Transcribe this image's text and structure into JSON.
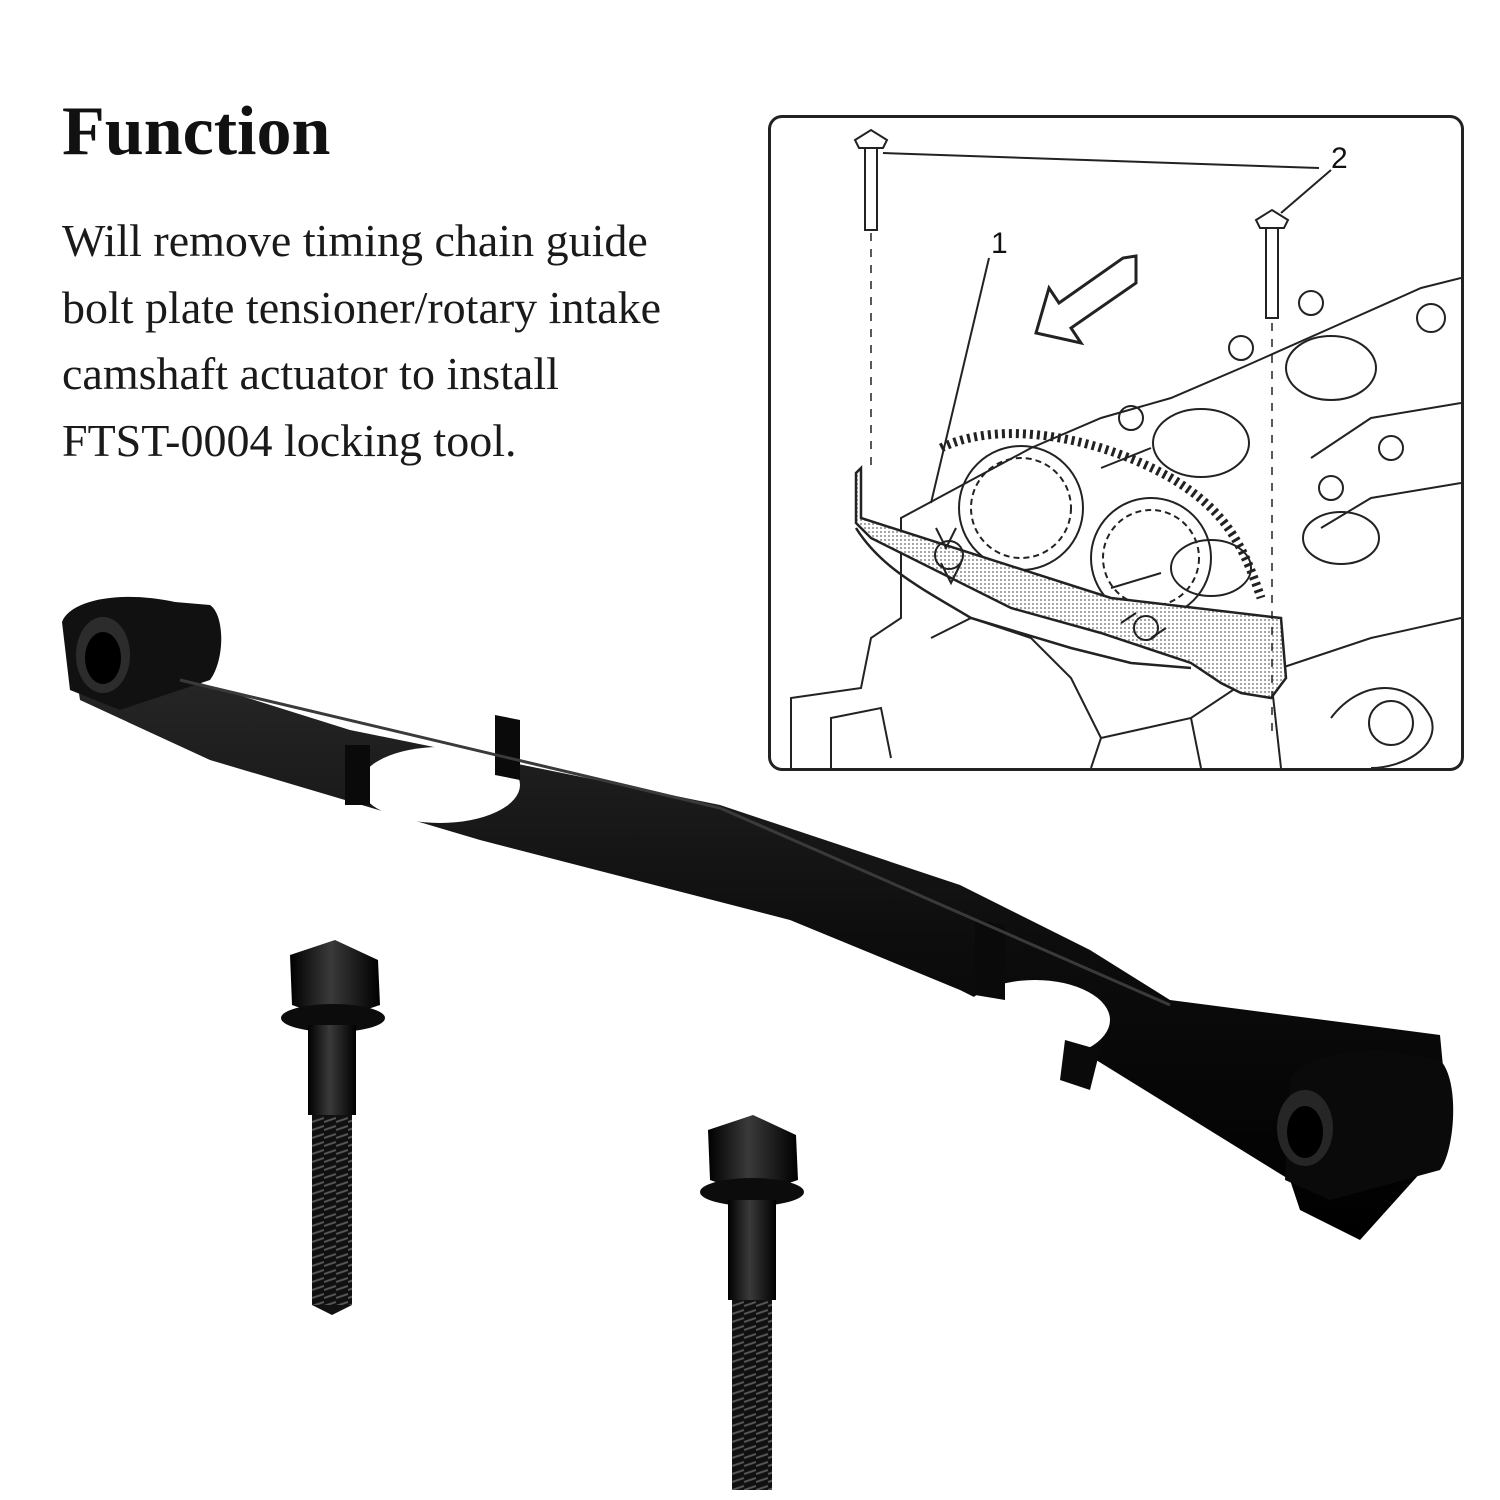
{
  "heading": "Function",
  "description_lines": [
    "Will remove timing chain guide",
    "bolt plate tensioner/rotary intake",
    "camshaft actuator to install",
    "FTST-0004 locking tool."
  ],
  "diagram": {
    "callout_1": "1",
    "callout_2": "2"
  },
  "icons": {
    "arrow": "direction-arrow-icon"
  }
}
